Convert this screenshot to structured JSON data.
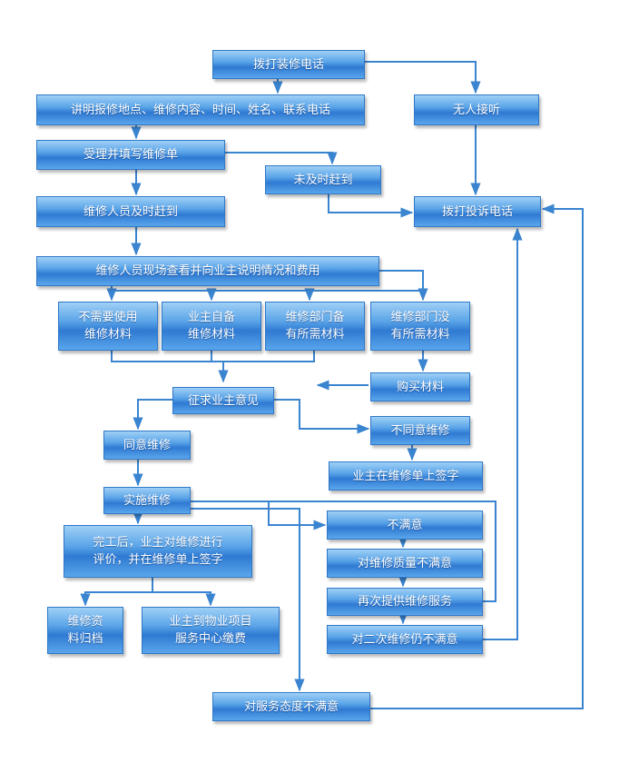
{
  "nodes": {
    "call_repair": "拨打装修电话",
    "explain_details": "讲明报修地点、维修内容、时间、姓名、联系电话",
    "no_answer": "无人接听",
    "accept_fill_form": "受理并填写维修单",
    "not_on_time": "未及时赶到",
    "call_complaint": "拨打投诉电话",
    "staff_on_time": "维修人员及时赶到",
    "onsite_inspect": "维修人员现场查看并向业主说明情况和费用",
    "no_material_needed": "不需要使用\n维修材料",
    "owner_supplied": "业主自备\n维修材料",
    "dept_has_material": "维修部门备\n有所需材料",
    "dept_no_material": "维修部门没\n有所需材料",
    "buy_material": "购买材料",
    "ask_owner_opinion": "征求业主意见",
    "disagree_repair": "不同意维修",
    "agree_repair": "同意维修",
    "owner_sign_form": "业主在维修单上签字",
    "do_repair": "实施维修",
    "dissatisfied": "不满意",
    "completion_evaluation": "完工后，业主对维修进行\n评价，并在维修单上签字",
    "quality_dissatisfied": "对维修质量不满意",
    "re_service": "再次提供维修服务",
    "archive_records": "维修资\n料归档",
    "owner_pay_fee": "业主到物业项目\n服务中心缴费",
    "second_repair_dissatisfied": "对二次维修仍不满意",
    "attitude_dissatisfied": "对服务态度不满意"
  },
  "colors": {
    "box_top": "#9fd0f6",
    "box_bottom": "#2f7ad2",
    "connector": "#3a84d0"
  }
}
